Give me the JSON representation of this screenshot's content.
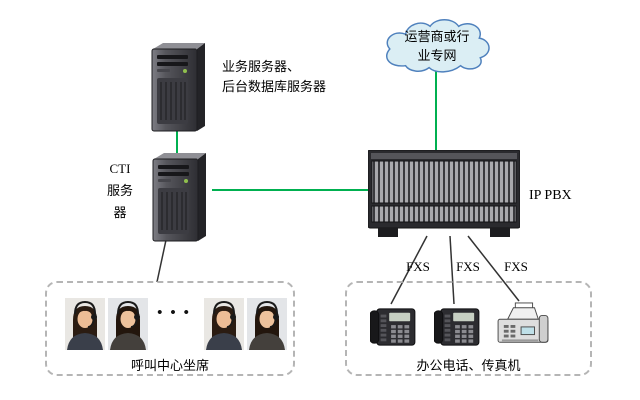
{
  "diagram": {
    "business_server": {
      "label": "业务服务器、\n后台数据库服务器"
    },
    "cti_server": {
      "label": "CTI\n服务\n器"
    },
    "cloud": {
      "label": "运营商或行\n业专网"
    },
    "ip_pbx": {
      "label": "IP PBX"
    },
    "fxs": [
      "FXS",
      "FXS",
      "FXS"
    ],
    "call_center": {
      "label": "呼叫中心坐席",
      "ellipsis": "•••"
    },
    "office_devices": {
      "label": "办公电话、传真机"
    }
  },
  "colors": {
    "connection_green": "#00b050",
    "connection_black": "#333333",
    "cloud_fill": "#dbeef4",
    "cloud_stroke": "#4f81bd",
    "dashed_border": "#b5b5b5",
    "background": "#ffffff"
  }
}
